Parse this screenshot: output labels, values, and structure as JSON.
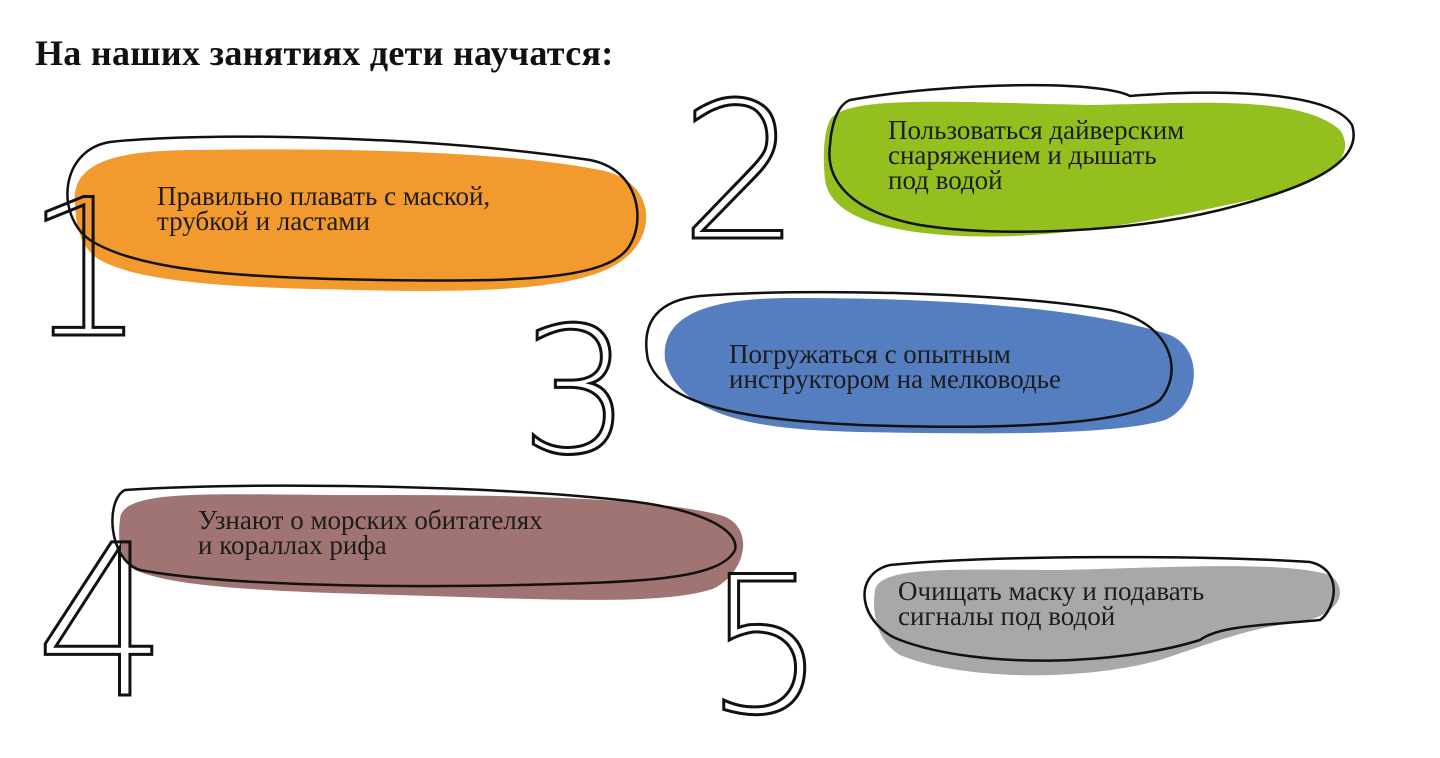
{
  "title": "На наших занятиях дети научатся:",
  "items": [
    {
      "number": "1",
      "lines": [
        "Правильно плавать с маской,",
        "трубкой и ластами"
      ],
      "color": "#F39A2E"
    },
    {
      "number": "2",
      "lines": [
        "Пользоваться дайверским",
        "снаряжением и дышать",
        "под водой"
      ],
      "color": "#93C01F"
    },
    {
      "number": "3",
      "lines": [
        "Погружаться с опытным",
        "инструктором на мелководье"
      ],
      "color": "#557EC0"
    },
    {
      "number": "4",
      "lines": [
        "Узнают о морских обитателях",
        "и кораллах рифа"
      ],
      "color": "#A07472"
    },
    {
      "number": "5",
      "lines": [
        "Очищать маску и подавать",
        "сигналы под водой"
      ],
      "color": "#A7A9A7"
    }
  ]
}
